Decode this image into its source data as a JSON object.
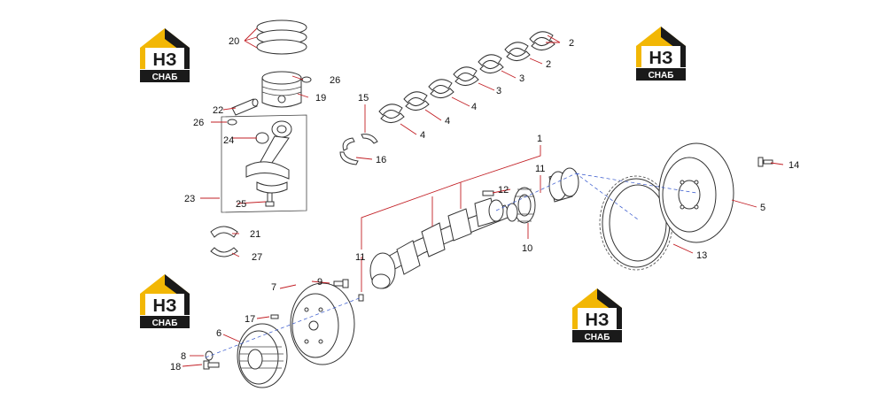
{
  "colors": {
    "leader": "#c21f25",
    "axis": "#3355cc",
    "logo_yellow": "#f2b705",
    "logo_dark": "#1a1a1a"
  },
  "logo": {
    "mark": "НЗ",
    "word": "СНАБ"
  },
  "callouts": {
    "c1": "1",
    "c2a": "2",
    "c2b": "2",
    "c3a": "3",
    "c3b": "3",
    "c4a": "4",
    "c4b": "4",
    "c4c": "4",
    "c5": "5",
    "c6": "6",
    "c7": "7",
    "c8": "8",
    "c9": "9",
    "c10": "10",
    "c11a": "11",
    "c11b": "11",
    "c12": "12",
    "c13": "13",
    "c14": "14",
    "c15": "15",
    "c16": "16",
    "c17": "17",
    "c18": "18",
    "c19": "19",
    "c20": "20",
    "c21": "21",
    "c22": "22",
    "c23": "23",
    "c24": "24",
    "c25": "25",
    "c26a": "26",
    "c26b": "26",
    "c27": "27"
  }
}
